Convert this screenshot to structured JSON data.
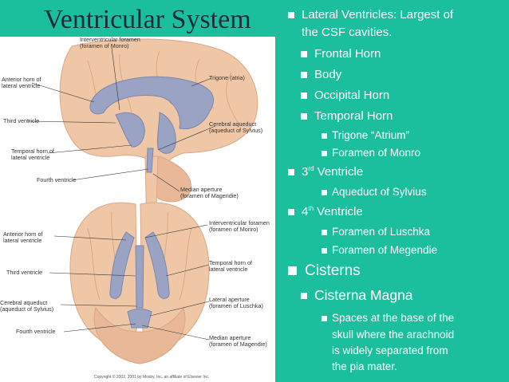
{
  "title": "Ventricular System",
  "figure": {
    "top_labels": {
      "interventricular_foramen": "Interventricular foramen",
      "interventricular_foramen_sub": "(foramen of Monro)",
      "anterior_horn": "Anterior horn of",
      "anterior_horn_sub": "lateral ventricle",
      "third_ventricle": "Third ventricle",
      "temporal_horn": "Temporal horn of",
      "temporal_horn_sub": "lateral ventricle",
      "fourth_ventricle": "Fourth ventricle",
      "trigone": "Trigone (atria)",
      "cerebral_aqueduct": "Cerebral aqueduct",
      "cerebral_aqueduct_sub": "(aqueduct of Sylvius)",
      "median_aperture": "Median aperture",
      "median_aperture_sub": "(foramen of Magendie)"
    },
    "bottom_labels": {
      "anterior_horn": "Anterior horn of",
      "anterior_horn_sub": "lateral ventricle",
      "third_ventricle": "Third ventricle",
      "cerebral_aqueduct": "Cerebral aqueduct",
      "cerebral_aqueduct_sub": "(aqueduct of Sylvius)",
      "fourth_ventricle": "Fourth ventricle",
      "interventricular_foramen": "Interventricular foramen",
      "interventricular_foramen_sub": "(foramen of Monro)",
      "temporal_horn": "Temporal horn of",
      "temporal_horn_sub": "lateral ventricle",
      "lateral_aperture": "Lateral aperture",
      "lateral_aperture_sub": "(foramen of Luschka)",
      "median_aperture": "Median aperture",
      "median_aperture_sub": "(foramen of Magendie)"
    },
    "copyright": "Copyright © 2002, 2001 by Mosby, Inc. an affiliate of Elsevier Inc."
  },
  "bullets": {
    "lateral": "Lateral Ventricles: Largest of",
    "lateral_cont": "the CSF cavities.",
    "frontal": "Frontal Horn",
    "body": "Body",
    "occipital": "Occipital Horn",
    "temporal": "Temporal Horn",
    "trigone": "Trigone “Atrium”",
    "monro": "Foramen of Monro",
    "third_num": "3",
    "third_sup": "rd",
    "third_text": " Ventricle",
    "sylvius": "Aqueduct of Sylvius",
    "fourth_num": "4",
    "fourth_sup": "th",
    "fourth_text": " Ventricle",
    "luschka": "Foramen of Luschka",
    "magendie": "Foramen of Megendie",
    "cisterns": "Cisterns",
    "magna": "Cisterna Magna",
    "spaces_1": "Spaces at the base of the",
    "spaces_2": "skull where the arachnoid",
    "spaces_3": "is widely separated from",
    "spaces_4": "the pia mater."
  },
  "colors": {
    "background": "#1bbf9e",
    "brain": "#f0c7a6",
    "ventricle": "#9aa3c4",
    "text": "#ffffff"
  }
}
